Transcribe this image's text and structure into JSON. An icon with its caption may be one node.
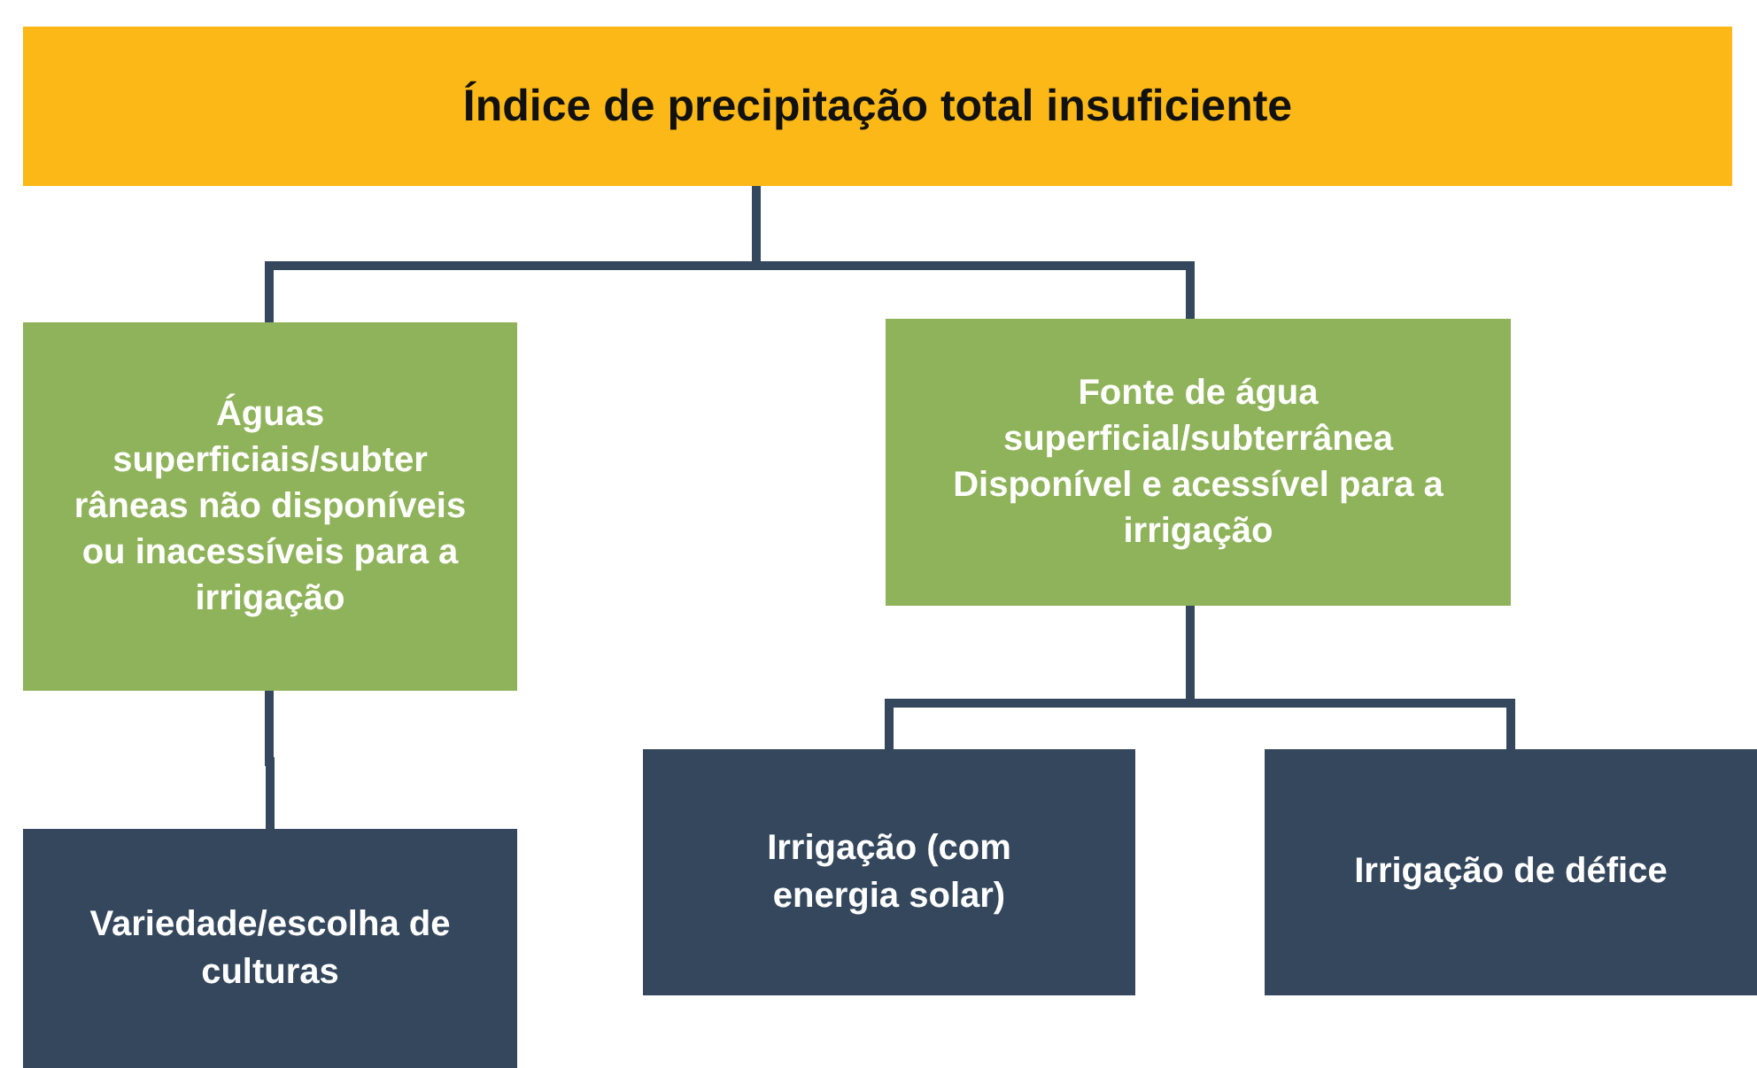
{
  "diagram": {
    "nodes": [
      {
        "text": [
          "Índice de precipitação total insuficiente"
        ]
      },
      {
        "text": [
          "Águas superficiais/subter râneas não disponíveis ou inacessíveis para a irrigação"
        ]
      },
      {
        "text": [
          "Fonte de água superficial/subterrânea Disponível e acessível para a irrigação"
        ]
      },
      {
        "text": [
          "Variedade/escolha de culturas"
        ]
      },
      {
        "text": [
          "Irrigação (com energia solar)"
        ]
      },
      {
        "text": [
          "Irrigação de défice"
        ]
      }
    ],
    "edges": [
      {
        "from": 0,
        "to": 1,
        "arrow": "none"
      },
      {
        "from": 0,
        "to": 2,
        "arrow": "none"
      },
      {
        "from": 1,
        "to": 3,
        "arrow": "none"
      },
      {
        "from": 2,
        "to": 4,
        "arrow": "none"
      },
      {
        "from": 2,
        "to": 5,
        "arrow": "none"
      }
    ]
  }
}
